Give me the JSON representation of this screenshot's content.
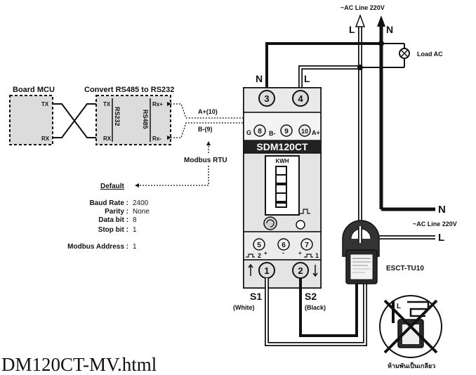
{
  "labels": {
    "board": "Board MCU",
    "convert": "Convert RS485 to RS232",
    "tx": "TX",
    "rx": "RX",
    "conv_tx": "TX",
    "conv_rx": "RX",
    "rs232": "RS232",
    "rs485": "RS485",
    "rxp": "Rx+",
    "rxm": "Rx-",
    "a": "A+(10)",
    "b": "B-(9)",
    "modbus_rtu": "Modbus RTU",
    "default": "Default"
  },
  "settings": [
    {
      "key": "Baud Rate :",
      "value": "2400"
    },
    {
      "key": "Parity :",
      "value": "None"
    },
    {
      "key": "Data bit :",
      "value": "8"
    },
    {
      "key": "Stop bit :",
      "value": "1"
    }
  ],
  "modbus_address": {
    "key": "Modbus Address :",
    "value": "1"
  },
  "meter": {
    "model": "SDM120CT",
    "unit": "KWH",
    "t3": "3",
    "t4": "4",
    "t8": "8",
    "t9": "9",
    "t10": "10",
    "g": "G",
    "bm": "B-",
    "ap": "A+",
    "t5": "5",
    "t6": "6",
    "t7": "7",
    "p2": "2",
    "p1": "1",
    "plus1": "+",
    "minus": "-",
    "plus2": "+",
    "t1": "1",
    "t2": "2"
  },
  "power": {
    "ac_top": "~AC Line 220V",
    "ac_right": "~AC Line 220V",
    "load": "Load AC",
    "l_top": "L",
    "n_top": "N",
    "n_meter": "N",
    "l_meter": "L",
    "n_right": "N",
    "l_right": "L"
  },
  "ct": {
    "name": "ESCT-TU10",
    "s1": "S1",
    "s1c": "(White)",
    "s2": "S2",
    "s2c": "(Black)",
    "warn": "ห้ามพันเป็นเกลียว"
  },
  "footer": "DM120CT-MV.html"
}
